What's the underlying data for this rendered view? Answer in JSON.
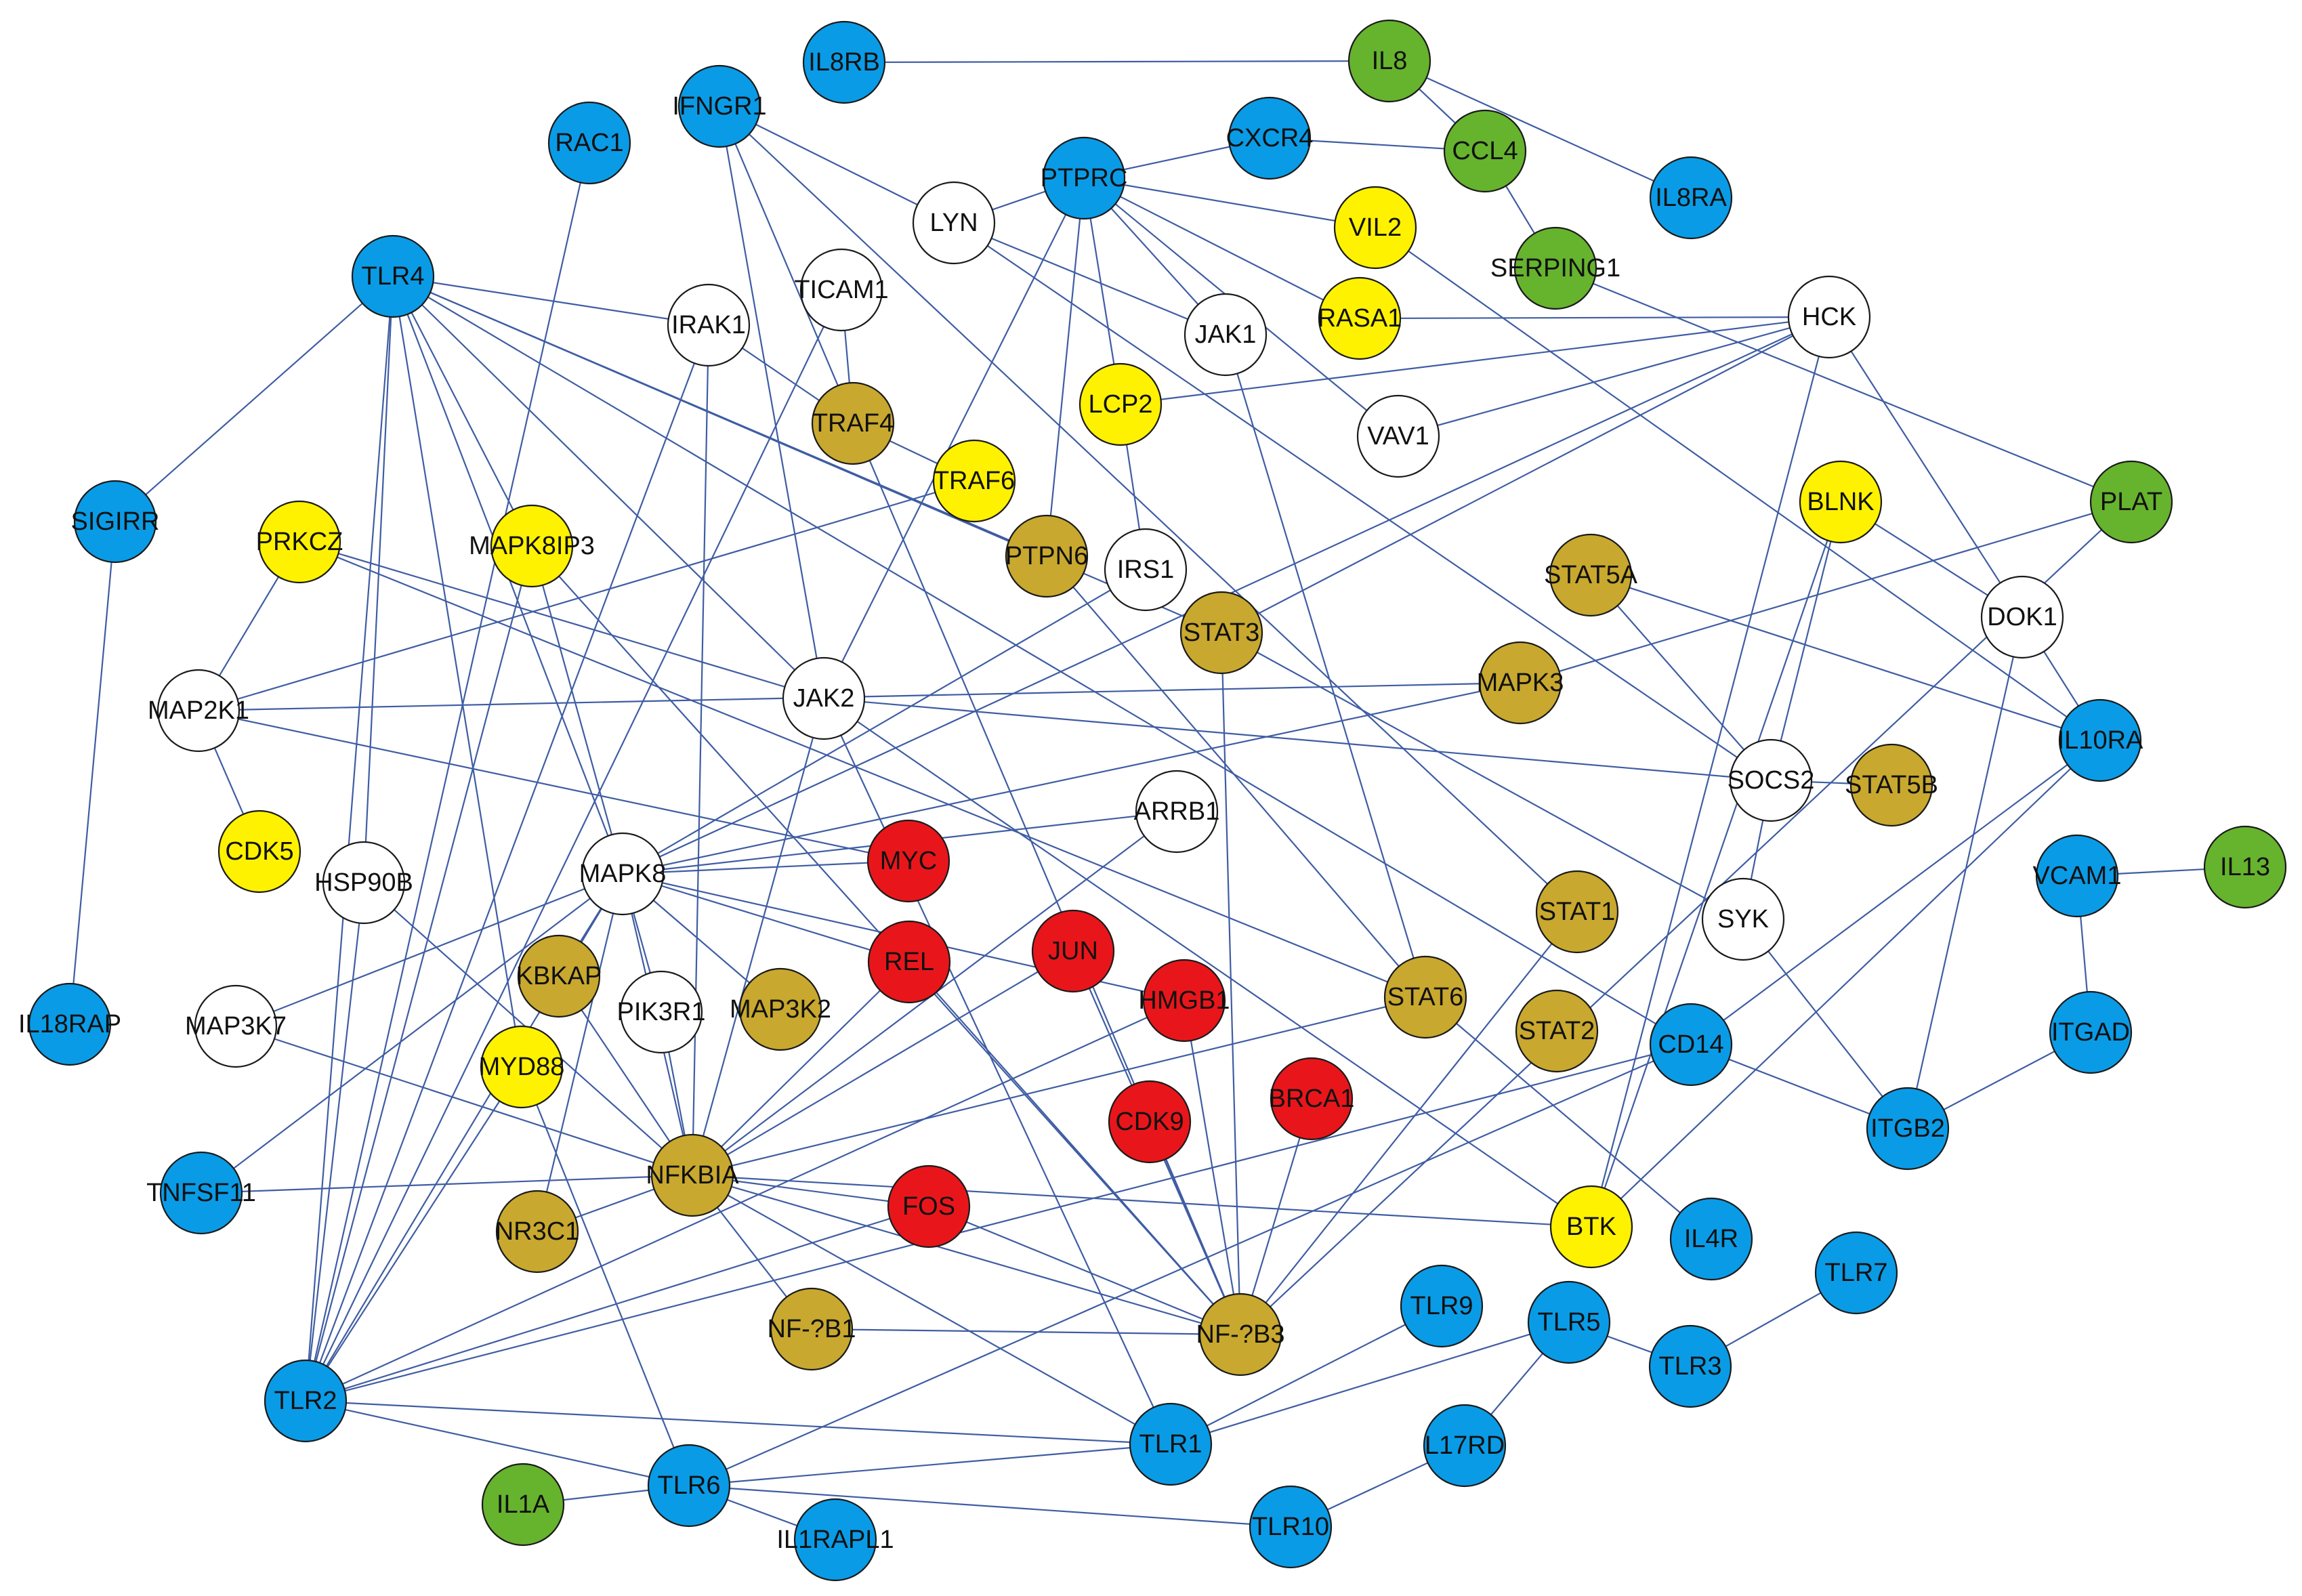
{
  "colors": {
    "blue": "#0a9be6",
    "green": "#66b32e",
    "yellow": "#fff200",
    "gold": "#c8a82e",
    "red": "#e8161b",
    "white": "#ffffff",
    "edge": "#3f5da3"
  },
  "nodes": [
    {
      "id": "IL8RB",
      "label": "IL8RB",
      "group": "blue"
    },
    {
      "id": "IL8",
      "label": "IL8",
      "group": "green"
    },
    {
      "id": "IFNGR1",
      "label": "IFNGR1",
      "group": "blue"
    },
    {
      "id": "RAC1",
      "label": "RAC1",
      "group": "blue"
    },
    {
      "id": "CXCR4",
      "label": "CXCR4",
      "group": "blue"
    },
    {
      "id": "CCL4",
      "label": "CCL4",
      "group": "green"
    },
    {
      "id": "IL8RA",
      "label": "IL8RA",
      "group": "blue"
    },
    {
      "id": "PTPRC",
      "label": "PTPRC",
      "group": "blue"
    },
    {
      "id": "LYN",
      "label": "LYN",
      "group": "white"
    },
    {
      "id": "VIL2",
      "label": "VIL2",
      "group": "yellow"
    },
    {
      "id": "SERPING1",
      "label": "SERPING1",
      "group": "green"
    },
    {
      "id": "TICAM1",
      "label": "TICAM1",
      "group": "white"
    },
    {
      "id": "TLR4",
      "label": "TLR4",
      "group": "blue"
    },
    {
      "id": "IRAK1",
      "label": "IRAK1",
      "group": "white"
    },
    {
      "id": "RASA1",
      "label": "RASA1",
      "group": "yellow"
    },
    {
      "id": "HCK",
      "label": "HCK",
      "group": "white"
    },
    {
      "id": "JAK1",
      "label": "JAK1",
      "group": "white"
    },
    {
      "id": "LCP2",
      "label": "LCP2",
      "group": "yellow"
    },
    {
      "id": "TRAF4",
      "label": "TRAF4",
      "group": "gold"
    },
    {
      "id": "VAV1",
      "label": "VAV1",
      "group": "white"
    },
    {
      "id": "TRAF6",
      "label": "TRAF6",
      "group": "yellow"
    },
    {
      "id": "PLAT",
      "label": "PLAT",
      "group": "green"
    },
    {
      "id": "BLNK",
      "label": "BLNK",
      "group": "yellow"
    },
    {
      "id": "SIGIRR",
      "label": "SIGIRR",
      "group": "blue"
    },
    {
      "id": "PRKCZ",
      "label": "PRKCZ",
      "group": "yellow"
    },
    {
      "id": "MAPK8IP3",
      "label": "MAPK8IP3",
      "group": "yellow"
    },
    {
      "id": "PTPN6",
      "label": "PTPN6",
      "group": "gold"
    },
    {
      "id": "IRS1",
      "label": "IRS1",
      "group": "white"
    },
    {
      "id": "STAT5A",
      "label": "STAT5A",
      "group": "gold"
    },
    {
      "id": "DOK1",
      "label": "DOK1",
      "group": "white"
    },
    {
      "id": "STAT3",
      "label": "STAT3",
      "group": "gold"
    },
    {
      "id": "MAP2K1",
      "label": "MAP2K1",
      "group": "white"
    },
    {
      "id": "JAK2",
      "label": "JAK2",
      "group": "white"
    },
    {
      "id": "MAPK3",
      "label": "MAPK3",
      "group": "gold"
    },
    {
      "id": "IL10RA",
      "label": "IL10RA",
      "group": "blue"
    },
    {
      "id": "SOCS2",
      "label": "SOCS2",
      "group": "white"
    },
    {
      "id": "STAT5B",
      "label": "STAT5B",
      "group": "gold"
    },
    {
      "id": "ARRB1",
      "label": "ARRB1",
      "group": "white"
    },
    {
      "id": "CDK5",
      "label": "CDK5",
      "group": "yellow"
    },
    {
      "id": "HSP90B",
      "label": "HSP90B",
      "group": "white"
    },
    {
      "id": "MAPK8",
      "label": "MAPK8",
      "group": "white"
    },
    {
      "id": "MYC",
      "label": "MYC",
      "group": "red"
    },
    {
      "id": "VCAM1",
      "label": "VCAM1",
      "group": "blue"
    },
    {
      "id": "IL13",
      "label": "IL13",
      "group": "green"
    },
    {
      "id": "SYK",
      "label": "SYK",
      "group": "white"
    },
    {
      "id": "STAT1",
      "label": "STAT1",
      "group": "gold"
    },
    {
      "id": "IL18RAP",
      "label": "IL18RAP",
      "group": "blue"
    },
    {
      "id": "MAP3K7",
      "label": "MAP3K7",
      "group": "white"
    },
    {
      "id": "KBKAP",
      "label": "KBKAP",
      "group": "gold"
    },
    {
      "id": "PIK3R1",
      "label": "PIK3R1",
      "group": "white"
    },
    {
      "id": "REL",
      "label": "REL",
      "group": "red"
    },
    {
      "id": "JUN",
      "label": "JUN",
      "group": "red"
    },
    {
      "id": "MAP3K2",
      "label": "MAP3K2",
      "group": "gold"
    },
    {
      "id": "HMGB1",
      "label": "HMGB1",
      "group": "red"
    },
    {
      "id": "STAT6",
      "label": "STAT6",
      "group": "gold"
    },
    {
      "id": "STAT2",
      "label": "STAT2",
      "group": "gold"
    },
    {
      "id": "ITGAD",
      "label": "ITGAD",
      "group": "blue"
    },
    {
      "id": "CD14",
      "label": "CD14",
      "group": "blue"
    },
    {
      "id": "MYD88",
      "label": "MYD88",
      "group": "yellow"
    },
    {
      "id": "BRCA1",
      "label": "BRCA1",
      "group": "red"
    },
    {
      "id": "CDK9",
      "label": "CDK9",
      "group": "red"
    },
    {
      "id": "ITGB2",
      "label": "ITGB2",
      "group": "blue"
    },
    {
      "id": "TNFSF11",
      "label": "TNFSF11",
      "group": "blue"
    },
    {
      "id": "NFKBIA",
      "label": "NFKBIA",
      "group": "gold"
    },
    {
      "id": "FOS",
      "label": "FOS",
      "group": "red"
    },
    {
      "id": "BTK",
      "label": "BTK",
      "group": "yellow"
    },
    {
      "id": "IL4R",
      "label": "IL4R",
      "group": "blue"
    },
    {
      "id": "NR3C1",
      "label": "NR3C1",
      "group": "gold"
    },
    {
      "id": "TLR7",
      "label": "TLR7",
      "group": "blue"
    },
    {
      "id": "TLR9",
      "label": "TLR9",
      "group": "blue"
    },
    {
      "id": "TLR5",
      "label": "TLR5",
      "group": "blue"
    },
    {
      "id": "NFKB1",
      "label": "NF-?B1",
      "group": "gold"
    },
    {
      "id": "NFKB3",
      "label": "NF-?B3",
      "group": "gold"
    },
    {
      "id": "TLR3",
      "label": "TLR3",
      "group": "blue"
    },
    {
      "id": "TLR2",
      "label": "TLR2",
      "group": "blue"
    },
    {
      "id": "TLR1",
      "label": "TLR1",
      "group": "blue"
    },
    {
      "id": "L17RD",
      "label": "L17RD",
      "group": "blue"
    },
    {
      "id": "IL1A",
      "label": "IL1A",
      "group": "green"
    },
    {
      "id": "TLR6",
      "label": "TLR6",
      "group": "blue"
    },
    {
      "id": "IL1RAPL1",
      "label": "IL1RAPL1",
      "group": "blue"
    },
    {
      "id": "TLR10",
      "label": "TLR10",
      "group": "blue"
    }
  ],
  "edges": [
    [
      "IL8RB",
      "IL8"
    ],
    [
      "IL8",
      "CCL4"
    ],
    [
      "IL8",
      "IL8RA"
    ],
    [
      "CCL4",
      "CXCR4"
    ],
    [
      "CCL4",
      "SERPING1"
    ],
    [
      "SERPING1",
      "PLAT"
    ],
    [
      "PTPRC",
      "CXCR4"
    ],
    [
      "PTPRC",
      "LYN"
    ],
    [
      "PTPRC",
      "VIL2"
    ],
    [
      "PTPRC",
      "RASA1"
    ],
    [
      "PTPRC",
      "JAK1"
    ],
    [
      "PTPRC",
      "VAV1"
    ],
    [
      "PTPRC",
      "LCP2"
    ],
    [
      "PTPRC",
      "PTPN6"
    ],
    [
      "PTPRC",
      "JAK2"
    ],
    [
      "IFNGR1",
      "LYN"
    ],
    [
      "IFNGR1",
      "JAK2"
    ],
    [
      "IFNGR1",
      "STAT1"
    ],
    [
      "IFNGR1",
      "NFKB3"
    ],
    [
      "LYN",
      "JAK1"
    ],
    [
      "LYN",
      "SOCS2"
    ],
    [
      "RAC1",
      "TLR2"
    ],
    [
      "VIL2",
      "IL10RA"
    ],
    [
      "HCK",
      "RASA1"
    ],
    [
      "HCK",
      "LCP2"
    ],
    [
      "HCK",
      "VAV1"
    ],
    [
      "HCK",
      "STAT3"
    ],
    [
      "HCK",
      "BTK"
    ],
    [
      "HCK",
      "DOK1"
    ],
    [
      "HCK",
      "MAPK8"
    ],
    [
      "TLR4",
      "IRAK1"
    ],
    [
      "TLR4",
      "SIGIRR"
    ],
    [
      "TLR4",
      "MAPK8IP3"
    ],
    [
      "TLR4",
      "HSP90B"
    ],
    [
      "TLR4",
      "TLR2"
    ],
    [
      "TLR4",
      "MAPK8"
    ],
    [
      "TLR4",
      "PTPN6"
    ],
    [
      "TLR4",
      "STAT3"
    ],
    [
      "TLR4",
      "JAK2"
    ],
    [
      "TLR4",
      "CD14"
    ],
    [
      "TLR4",
      "MYD88"
    ],
    [
      "IRAK1",
      "TRAF4"
    ],
    [
      "IRAK1",
      "NFKBIA"
    ],
    [
      "IRAK1",
      "TLR2"
    ],
    [
      "TICAM1",
      "TRAF4"
    ],
    [
      "TICAM1",
      "TLR2"
    ],
    [
      "TRAF4",
      "TRAF6"
    ],
    [
      "TRAF6",
      "MAP2K1"
    ],
    [
      "JAK1",
      "STAT6"
    ],
    [
      "LCP2",
      "IRS1"
    ],
    [
      "SIGIRR",
      "IL18RAP"
    ],
    [
      "PRKCZ",
      "MAP2K1"
    ],
    [
      "PRKCZ",
      "STAT6"
    ],
    [
      "MAPK8IP3",
      "MAPK8"
    ],
    [
      "MAPK8IP3",
      "TLR2"
    ],
    [
      "MAPK8IP3",
      "NFKB3"
    ],
    [
      "PTPN6",
      "STAT6"
    ],
    [
      "IRS1",
      "MAPK8"
    ],
    [
      "STAT5A",
      "SOCS2"
    ],
    [
      "STAT5A",
      "IL10RA"
    ],
    [
      "STAT3",
      "NFKB3"
    ],
    [
      "STAT3",
      "SYK"
    ],
    [
      "MAP2K1",
      "MAPK3"
    ],
    [
      "MAP2K1",
      "CDK5"
    ],
    [
      "MAP2K1",
      "MYC"
    ],
    [
      "JAK2",
      "SOCS2"
    ],
    [
      "JAK2",
      "TLR1"
    ],
    [
      "JAK2",
      "BTK"
    ],
    [
      "JAK2",
      "NFKBIA"
    ],
    [
      "MAPK3",
      "PLAT"
    ],
    [
      "MAPK3",
      "MAPK8"
    ],
    [
      "SOCS2",
      "STAT5B"
    ],
    [
      "SOCS2",
      "SYK"
    ],
    [
      "SOCS2",
      "BLNK"
    ],
    [
      "BLNK",
      "DOK1"
    ],
    [
      "BLNK",
      "BTK"
    ],
    [
      "DOK1",
      "IL10RA"
    ],
    [
      "DOK1",
      "ITGB2"
    ],
    [
      "IL10RA",
      "CD14"
    ],
    [
      "IL10RA",
      "BTK"
    ],
    [
      "PLAT",
      "NFKB3"
    ],
    [
      "ARRB1",
      "NFKBIA"
    ],
    [
      "ARRB1",
      "MAPK8"
    ],
    [
      "HSP90B",
      "TLR2"
    ],
    [
      "HSP90B",
      "NFKBIA"
    ],
    [
      "MAPK8",
      "MYC"
    ],
    [
      "MAPK8",
      "REL"
    ],
    [
      "MAPK8",
      "HMGB1"
    ],
    [
      "MAPK8",
      "KBKAP"
    ],
    [
      "MAPK8",
      "PIK3R1"
    ],
    [
      "MAPK8",
      "MAP3K2"
    ],
    [
      "MAPK8",
      "NFKBIA"
    ],
    [
      "MAPK8",
      "TNFSF11"
    ],
    [
      "MAPK8",
      "NR3C1"
    ],
    [
      "MAPK8",
      "MAP3K7"
    ],
    [
      "MAPK8",
      "TLR2"
    ],
    [
      "VCAM1",
      "IL13"
    ],
    [
      "VCAM1",
      "ITGAD"
    ],
    [
      "SYK",
      "ITGB2"
    ],
    [
      "STAT1",
      "NFKB3"
    ],
    [
      "MAP3K7",
      "NFKBIA"
    ],
    [
      "KBKAP",
      "NFKBIA"
    ],
    [
      "PIK3R1",
      "NFKBIA"
    ],
    [
      "REL",
      "NFKBIA"
    ],
    [
      "REL",
      "NFKB3"
    ],
    [
      "JUN",
      "NFKBIA"
    ],
    [
      "JUN",
      "NFKB3"
    ],
    [
      "HMGB1",
      "NFKB3"
    ],
    [
      "HMGB1",
      "TLR2"
    ],
    [
      "STAT6",
      "NFKBIA"
    ],
    [
      "STAT6",
      "IL4R"
    ],
    [
      "ITGAD",
      "ITGB2"
    ],
    [
      "CD14",
      "TLR2"
    ],
    [
      "CD14",
      "ITGB2"
    ],
    [
      "CD14",
      "TLR6"
    ],
    [
      "MYD88",
      "TLR2"
    ],
    [
      "MYD88",
      "TLR6"
    ],
    [
      "BRCA1",
      "NFKB3"
    ],
    [
      "CDK9",
      "NFKB3"
    ],
    [
      "TNFSF11",
      "NFKBIA"
    ],
    [
      "NFKBIA",
      "FOS"
    ],
    [
      "NFKBIA",
      "BTK"
    ],
    [
      "NFKBIA",
      "NFKB1"
    ],
    [
      "NFKBIA",
      "NR3C1"
    ],
    [
      "NFKBIA",
      "TLR1"
    ],
    [
      "NFKBIA",
      "NFKB3"
    ],
    [
      "FOS",
      "NFKB3"
    ],
    [
      "FOS",
      "TLR2"
    ],
    [
      "TLR7",
      "TLR3"
    ],
    [
      "TLR9",
      "TLR1"
    ],
    [
      "TLR5",
      "TLR3"
    ],
    [
      "TLR5",
      "L17RD"
    ],
    [
      "TLR5",
      "TLR1"
    ],
    [
      "NFKB1",
      "NFKB3"
    ],
    [
      "TLR2",
      "TLR1"
    ],
    [
      "TLR2",
      "TLR6"
    ],
    [
      "L17RD",
      "TLR10"
    ],
    [
      "TLR6",
      "IL1A"
    ],
    [
      "TLR6",
      "IL1RAPL1"
    ],
    [
      "TLR6",
      "TLR10"
    ],
    [
      "TLR6",
      "TLR1"
    ],
    [
      "PRKCZ",
      "JAK2"
    ]
  ]
}
